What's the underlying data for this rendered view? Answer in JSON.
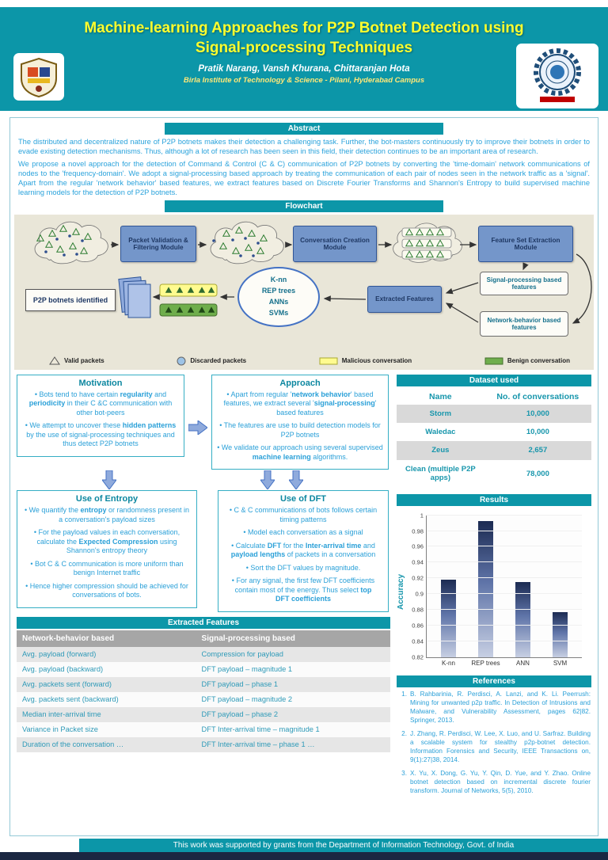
{
  "header": {
    "title": "Machine-learning Approaches for P2P Botnet Detection using Signal-processing Techniques",
    "authors": "Pratik Narang, Vansh Khurana, Chittaranjan Hota",
    "affiliation": "Birla Institute of Technology & Science - Pilani, Hyderabad Campus"
  },
  "abstract": {
    "heading": "Abstract",
    "p1": "The distributed and decentralized nature of P2P botnets makes their detection a challenging task. Further, the bot-masters continuously try to improve their botnets in order to evade existing detection mechanisms. Thus, although a lot of research has been seen in this field, their detection continues to be an important area of research.",
    "p2": "We propose a novel approach for the detection of Command & Control (C & C) communication of P2P botnets by converting the 'time-domain' network communications of nodes to the 'frequency-domain'. We adopt a signal-processing based approach by treating the communication of each pair of nodes seen in the network traffic as a 'signal'. Apart from the regular 'network behavior' based features, we extract features based on Discrete Fourier Transforms and Shannon's Entropy to build supervised machine learning models for the detection of P2P botnets."
  },
  "flowchart": {
    "heading": "Flowchart",
    "packet_validation": "Packet Validation & Filtering Module",
    "conversation_creation": "Conversation Creation Module",
    "feature_extraction": "Feature Set Extraction Module",
    "signal_features": "Signal-processing based features",
    "network_features": "Network-behavior based features",
    "extracted_features": "Extracted Features",
    "classifiers": "K-nn\nREP trees\nANNs\nSVMs",
    "botnets_identified": "P2P botnets identified",
    "legend": {
      "valid": "Valid packets",
      "discarded": "Discarded packets",
      "malicious": "Malicious conversation",
      "benign": "Benign conversation"
    }
  },
  "motivation": {
    "heading": "Motivation",
    "bullets": [
      "• Bots tend to have certain <b>regularity</b> and <b>periodicity</b> in their C &C communication with other bot-peers",
      "• We attempt to uncover these <b>hidden patterns</b> by the use of signal-processing techniques and thus detect P2P botnets"
    ]
  },
  "approach": {
    "heading": "Approach",
    "bullets": [
      "• Apart from regular '<b>network behavior</b>' based features, we extract several '<b>signal-processing</b>' based features",
      "• The features are use to build detection models for P2P botnets",
      "• We validate our approach using several supervised <b>machine learning</b> algorithms."
    ]
  },
  "entropy": {
    "heading": "Use of Entropy",
    "bullets": [
      "• We quantify the <b>entropy</b> or randomness present in a conversation's payload sizes",
      "• For the payload values in each conversation, calculate the <b>Expected Compression</b> using Shannon's entropy theory",
      "• Bot C & C communication is more uniform than benign Internet traffic",
      "• Hence higher compression should be achieved for conversations of bots."
    ]
  },
  "dft": {
    "heading": "Use of DFT",
    "bullets": [
      "• C & C communications of bots follows certain timing patterns",
      "• Model each conversation as a signal",
      "• Calculate <b>DFT</b> for the <b>Inter-arrival time</b> and <b>payload lengths</b> of packets in a conversation",
      "• Sort the DFT values by magnitude.",
      "• For any signal, the first few DFT coefficients contain most of the energy. Thus select <b>top DFT coefficients</b>"
    ]
  },
  "dataset": {
    "heading": "Dataset used",
    "col_name": "Name",
    "col_conv": "No. of conversations",
    "rows": [
      {
        "name": "Storm",
        "value": "10,000"
      },
      {
        "name": "Waledac",
        "value": "10,000"
      },
      {
        "name": "Zeus",
        "value": "2,657"
      },
      {
        "name": "Clean (multiple P2P apps)",
        "value": "78,000"
      }
    ]
  },
  "results": {
    "heading": "Results"
  },
  "chart_data": {
    "type": "bar",
    "title": "Results",
    "categories": [
      "K-nn",
      "REP trees",
      "ANN",
      "SVM"
    ],
    "values": [
      0.918,
      0.993,
      0.915,
      0.877
    ],
    "xlabel": "",
    "ylabel": "Accuracy",
    "ylim": [
      0.82,
      1
    ],
    "y_ticks": [
      0.82,
      0.84,
      0.86,
      0.88,
      0.9,
      0.92,
      0.94,
      0.96,
      0.98,
      1
    ],
    "grid": false,
    "legend_position": "none"
  },
  "features_table": {
    "heading": "Extracted Features",
    "columns": [
      "Network-behavior based",
      "Signal-processing based"
    ],
    "rows": [
      [
        "Avg. payload (forward)",
        "Compression for payload"
      ],
      [
        "Avg. payload (backward)",
        "DFT payload – magnitude 1"
      ],
      [
        "Avg. packets sent (forward)",
        "DFT payload – phase 1"
      ],
      [
        "Avg. packets sent (backward)",
        "DFT payload – magnitude 2"
      ],
      [
        "Median inter-arrival time",
        "DFT payload – phase 2"
      ],
      [
        "Variance in Packet size",
        "DFT Inter-arrival time – magnitude 1"
      ],
      [
        "Duration of the conversation …",
        "DFT Inter-arrival time – phase 1 …"
      ]
    ]
  },
  "references": {
    "heading": "References",
    "items": [
      {
        "num": "1.",
        "text": "B. Rahbarinia, R. Perdisci, A. Lanzi, and K. Li. Peerrush: Mining for unwanted p2p traffic. In Detection of Intrusions and Malware, and Vulnerability Assessment, pages 62|82. Springer, 2013."
      },
      {
        "num": "2.",
        "text": "J. Zhang, R. Perdisci, W. Lee, X. Luo, and U. Sarfraz. Building a scalable system for stealthy p2p-botnet detection. Information Forensics and Security, IEEE Transactions on, 9(1):27|38, 2014."
      },
      {
        "num": "3.",
        "text": "X. Yu, X. Dong, G. Yu, Y. Qin, D. Yue, and Y. Zhao. Online botnet detection based on incremental discrete fourier transform. Journal of  Networks, 5(5), 2010."
      }
    ]
  },
  "footer": {
    "text": "This work was supported by grants from the Department of Information Technology, Govt. of India"
  },
  "colors": {
    "teal": "#0C96A8",
    "title_yellow": "#FFFF2E",
    "body_blue": "#2AA3DC",
    "flow_box_blue": "#7496CA",
    "flow_navy_text": "#1F3864",
    "flow_bg_beige": "#E9E6D8",
    "malicious_yellow": "#FFFB8F",
    "benign_green": "#6FAE4C",
    "bar_gradient_top": "#1C2B52",
    "table_header_gray": "#A6A6A6",
    "row_gray": "#D9D9D9",
    "chrome_navy": "#1B2742"
  }
}
